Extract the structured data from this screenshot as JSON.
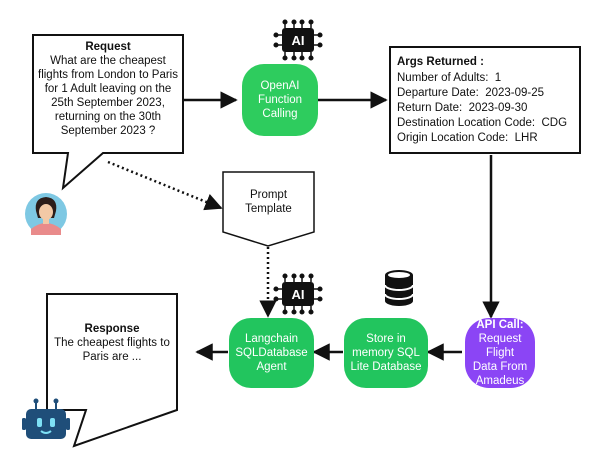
{
  "request": {
    "title": "Request",
    "text": "What are the cheapest\nflights from London to Paris\nfor 1 Adult leaving on the\n25th September 2023,\nreturning on the 30th\nSeptember 2023 ?"
  },
  "openai": {
    "label": "OpenAI\nFunction\nCalling"
  },
  "args": {
    "title": "Args Returned :",
    "rows": [
      "Number of Adults:  1",
      "Departure Date:  2023-09-25",
      "Return Date:  2023-09-30",
      "Destination Location Code:  CDG",
      "Origin Location Code:  LHR"
    ]
  },
  "prompt_template": {
    "label": "Prompt\nTemplate"
  },
  "api_call": {
    "title": "API Call:",
    "text": "Request Flight\nData From\nAmadeus"
  },
  "store": {
    "label": "Store in\nmemory SQL\nLite Database"
  },
  "langchain": {
    "label": "Langchain\nSQLDatabase\nAgent"
  },
  "response": {
    "title": "Response",
    "text": "The cheapest flights to\nParis are ..."
  },
  "icons": {
    "ai_chip_top": "ai-chip-icon",
    "ai_chip_bottom": "ai-chip-icon",
    "ai_chip_text": "AI",
    "database": "database-icon",
    "user": "user-avatar-icon",
    "robot": "robot-icon"
  },
  "colors": {
    "green": "#22c55e",
    "purple": "#8b45f5",
    "line": "#111111",
    "avatar_bg": "#7ec8e3",
    "robot": "#1f4e79"
  }
}
